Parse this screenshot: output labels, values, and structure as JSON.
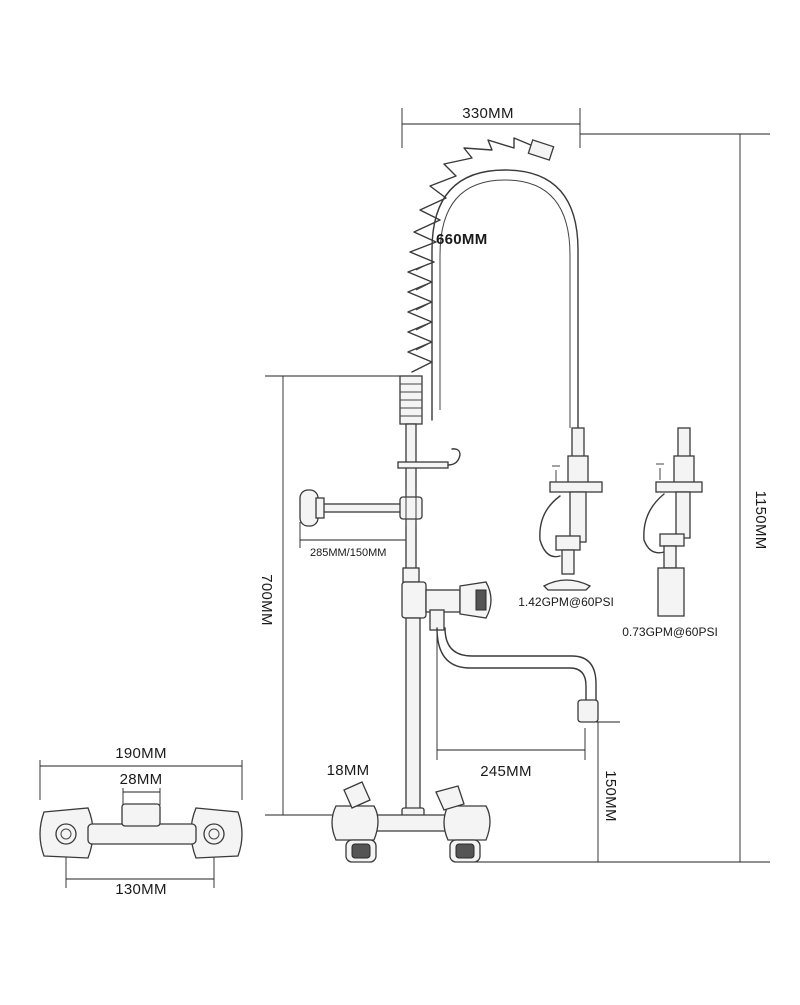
{
  "dimensions": {
    "hose_width": "330MM",
    "hose_length": "660MM",
    "total_height": "1150MM",
    "column_height": "700MM",
    "arm_length": "285MM/150MM",
    "body_width": "190MM",
    "inlet_size": "28MM",
    "centers": "130MM",
    "eccentric": "18MM",
    "spout_reach": "245MM",
    "spout_height": "150MM"
  },
  "flow_rates": {
    "spray_valve": "1.42GPM@60PSI",
    "nozzle": "0.73GPM@60PSI"
  }
}
